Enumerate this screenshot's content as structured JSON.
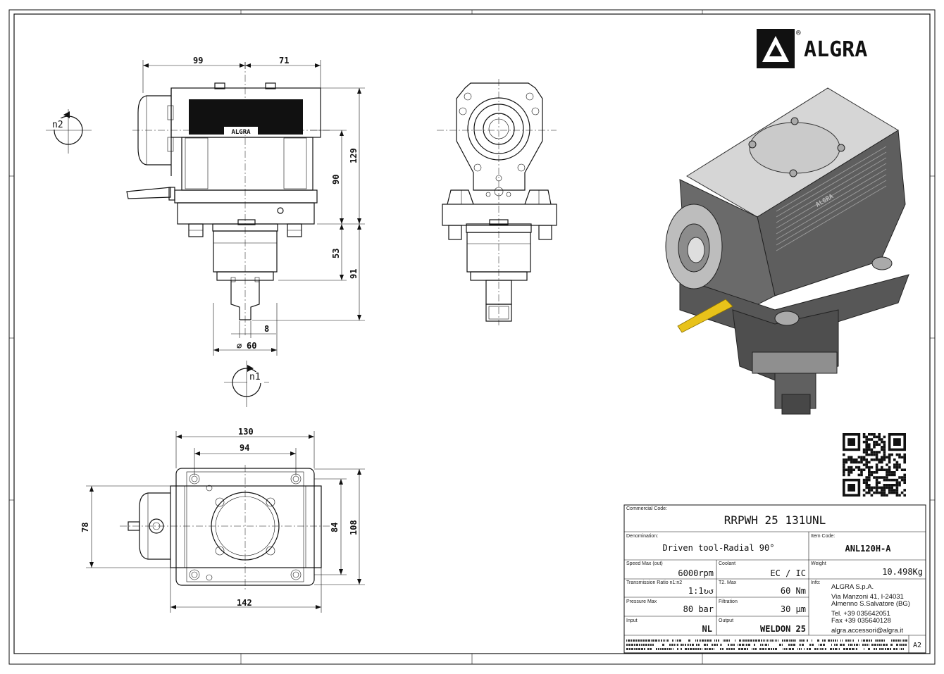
{
  "brand": {
    "name": "ALGRA",
    "registered": "®"
  },
  "dimensions": {
    "d99": "99",
    "d71": "71",
    "d129": "129",
    "d90": "90",
    "d53": "53",
    "d91": "91",
    "d8": "8",
    "d60": "60",
    "dia_symbol": "∅",
    "d130": "130",
    "d94": "94",
    "d78": "78",
    "d84": "84",
    "d108": "108",
    "d142": "142"
  },
  "rotation_labels": {
    "n1": "n1",
    "n2": "n2"
  },
  "engraving": "ALGRA",
  "title_block": {
    "commercial_code": {
      "label": "Commercial Code:",
      "value": "RRPWH 25 131UNL"
    },
    "denomination": {
      "label": "Denomination:",
      "value": "Driven tool-Radial 90°"
    },
    "item_code": {
      "label": "Item Code:",
      "value": "ANL120H-A"
    },
    "speed": {
      "label": "Speed Max (out)",
      "value": "6000rpm"
    },
    "coolant": {
      "label": "Coolant",
      "value": "EC / IC"
    },
    "weight": {
      "label": "Weight",
      "value": "10.498Kg"
    },
    "ratio": {
      "label": "Transmission Ratio n1:n2",
      "value": "1:1↻↺"
    },
    "torque": {
      "label": "T2. Max",
      "value": "60 Nm"
    },
    "pressure": {
      "label": "Pressure Max",
      "value": "80 bar"
    },
    "filtration": {
      "label": "Filtration",
      "value": "30 μm"
    },
    "input": {
      "label": "Input",
      "value": "NL"
    },
    "output": {
      "label": "Output",
      "value": "WELDON 25"
    },
    "info": {
      "label": "Info:",
      "company": "ALGRA S.p.A.",
      "address1": "Via Manzoni 41, I-24031",
      "address2": "Almenno S.Salvatore (BG)",
      "tel": "Tel. +39 035642051",
      "fax": "Fax +39 035640128",
      "email": "algra.accessori@algra.it"
    },
    "sheet_size": "A2"
  },
  "colors": {
    "line": "#111111",
    "render_body": "#6f6f6f",
    "render_light": "#cfcfcf",
    "accent_yellow": "#e8c21a"
  }
}
